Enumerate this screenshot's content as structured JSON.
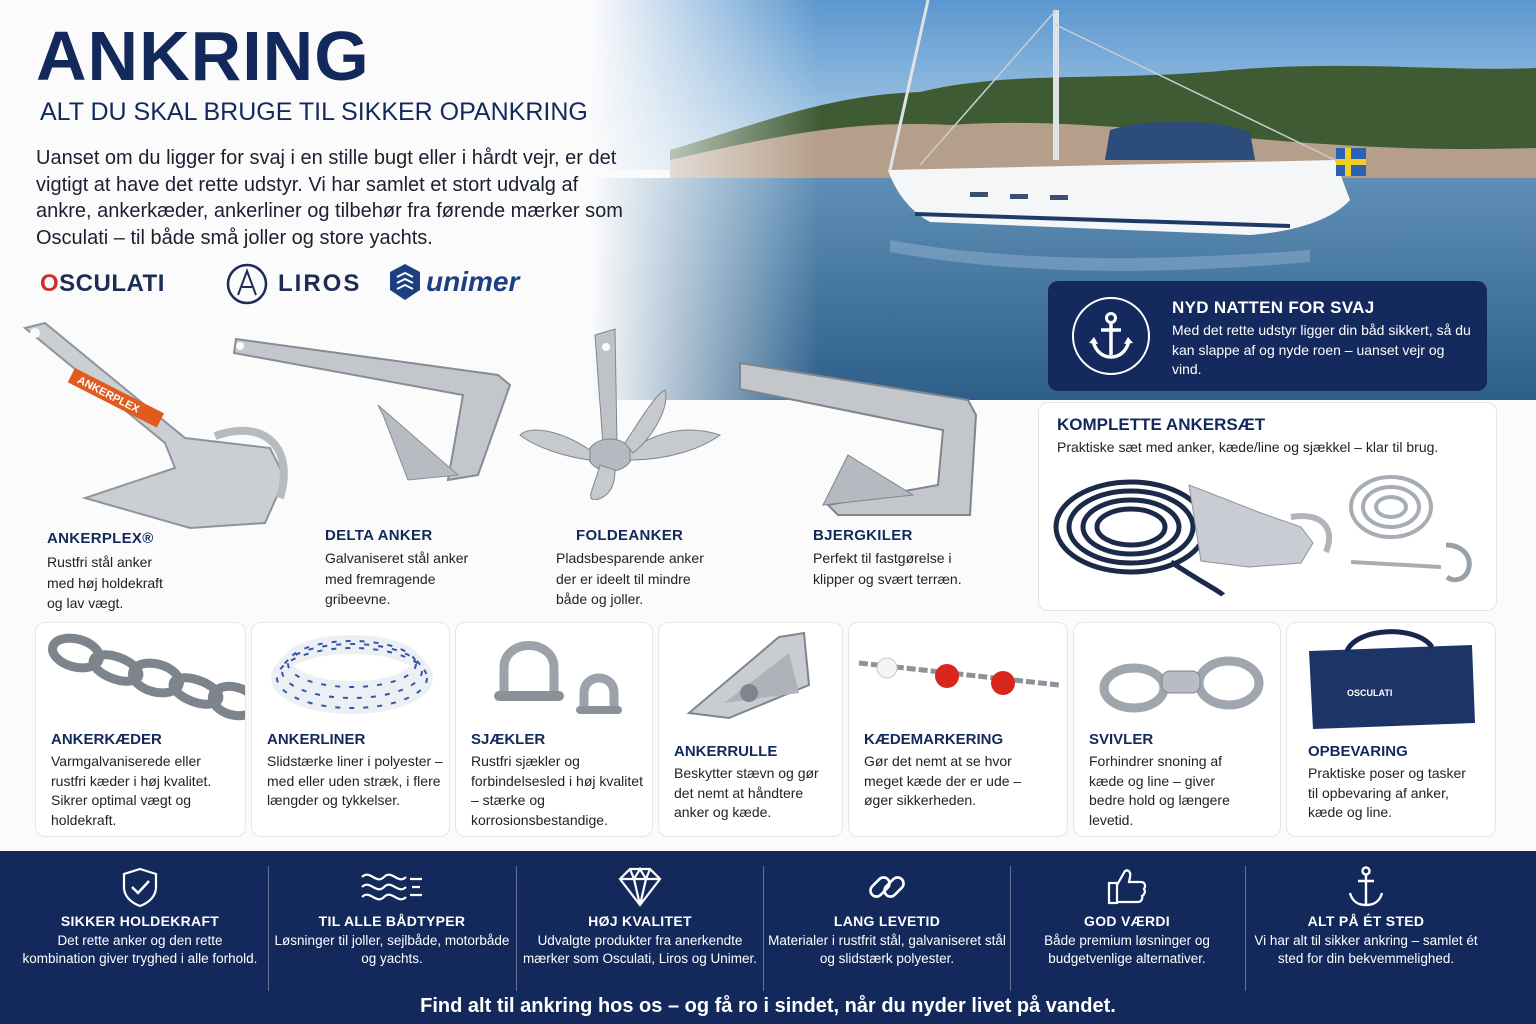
{
  "header": {
    "title": "ANKRING",
    "subtitle": "ALT DU SKAL BRUGE TIL SIKKER OPANKRING",
    "intro": "Uanset om du ligger for svaj i en stille bugt eller i hårdt vejr, er det vigtigt at have det rette udstyr. Vi har samlet et stort udvalg af ankre, ankerkæder, ankerliner og tilbehør fra førende mærker som Osculati – til både små joller og store yachts."
  },
  "brands": {
    "osculati_o": "O",
    "osculati_rest": "SCULATI",
    "liros": "LIROS",
    "unimer": "unimer"
  },
  "callout": {
    "title": "NYD NATTEN FOR SVAJ",
    "text": "Med det rette udstyr ligger din båd sikkert, så du kan slappe af og nyde roen – uanset vejr og vind."
  },
  "kit": {
    "title": "KOMPLETTE ANKERSÆT",
    "text": "Praktiske sæt med anker, kæde/line og sjækkel – klar til brug."
  },
  "anchors": [
    {
      "title": "ANKERPLEX®",
      "text": "Rustfri stål anker med høj holdekraft og lav vægt.",
      "stamp": "ANKERPLEX"
    },
    {
      "title": "DELTA ANKER",
      "text": "Galvaniseret stål anker med fremragende gribeevne."
    },
    {
      "title": "FOLDEANKER",
      "text": "Pladsbesparende anker der er ideelt til mindre både og joller."
    },
    {
      "title": "BJERGKILER",
      "text": "Perfekt til fastgørelse i klipper og svært terræn."
    }
  ],
  "products": [
    {
      "title": "ANKERKÆDER",
      "text": "Varmgalvaniserede eller rustfri kæder i høj kvalitet. Sikrer optimal vægt og holdekraft."
    },
    {
      "title": "ANKERLINER",
      "text": "Slidstærke liner i polyester – med eller uden stræk, i flere længder og tykkelser."
    },
    {
      "title": "SJÆKLER",
      "text": "Rustfri sjækler og forbindelsesled i høj kvalitet – stærke og korrosionsbestandige."
    },
    {
      "title": "ANKERRULLE",
      "text": "Beskytter stævn og gør det nemt at håndtere anker og kæde."
    },
    {
      "title": "KÆDEMARKERING",
      "text": "Gør det nemt at se hvor meget kæde der er ude – øger sikkerheden."
    },
    {
      "title": "SVIVLER",
      "text": "Forhindrer snoning af kæde og line – giver bedre hold og længere levetid."
    },
    {
      "title": "OPBEVARING",
      "text": "Praktiske poser og tasker til opbevaring af anker, kæde og line.",
      "bag_label": "OSCULATI"
    }
  ],
  "features": [
    {
      "title": "SIKKER HOLDEKRAFT",
      "text": "Det rette anker og den rette kombination giver tryghed i alle forhold.",
      "icon": "shield-check-icon"
    },
    {
      "title": "TIL ALLE BÅDTYPER",
      "text": "Løsninger til joller, sejlbåde, motorbåde og yachts.",
      "icon": "waves-icon"
    },
    {
      "title": "HØJ KVALITET",
      "text": "Udvalgte produkter fra anerkendte mærker som Osculati, Liros og Unimer.",
      "icon": "diamond-icon"
    },
    {
      "title": "LANG LEVETID",
      "text": "Materialer i rustfrit stål, galvaniseret stål og slidstærk polyester.",
      "icon": "chain-link-icon"
    },
    {
      "title": "GOD VÆRDI",
      "text": "Både premium løsninger og budgetvenlige alternativer.",
      "icon": "thumbs-up-icon"
    },
    {
      "title": "ALT PÅ ÉT STED",
      "text": "Vi har alt til sikker ankring – samlet ét sted for din bekvemmelighed.",
      "icon": "anchor-icon"
    }
  ],
  "tagline": "Find alt til ankring hos os – og få ro i sindet, når du nyder livet på vandet.",
  "colors": {
    "navy": "#13295c",
    "accent_red": "#c8322a",
    "sea": "#4f86b0"
  }
}
